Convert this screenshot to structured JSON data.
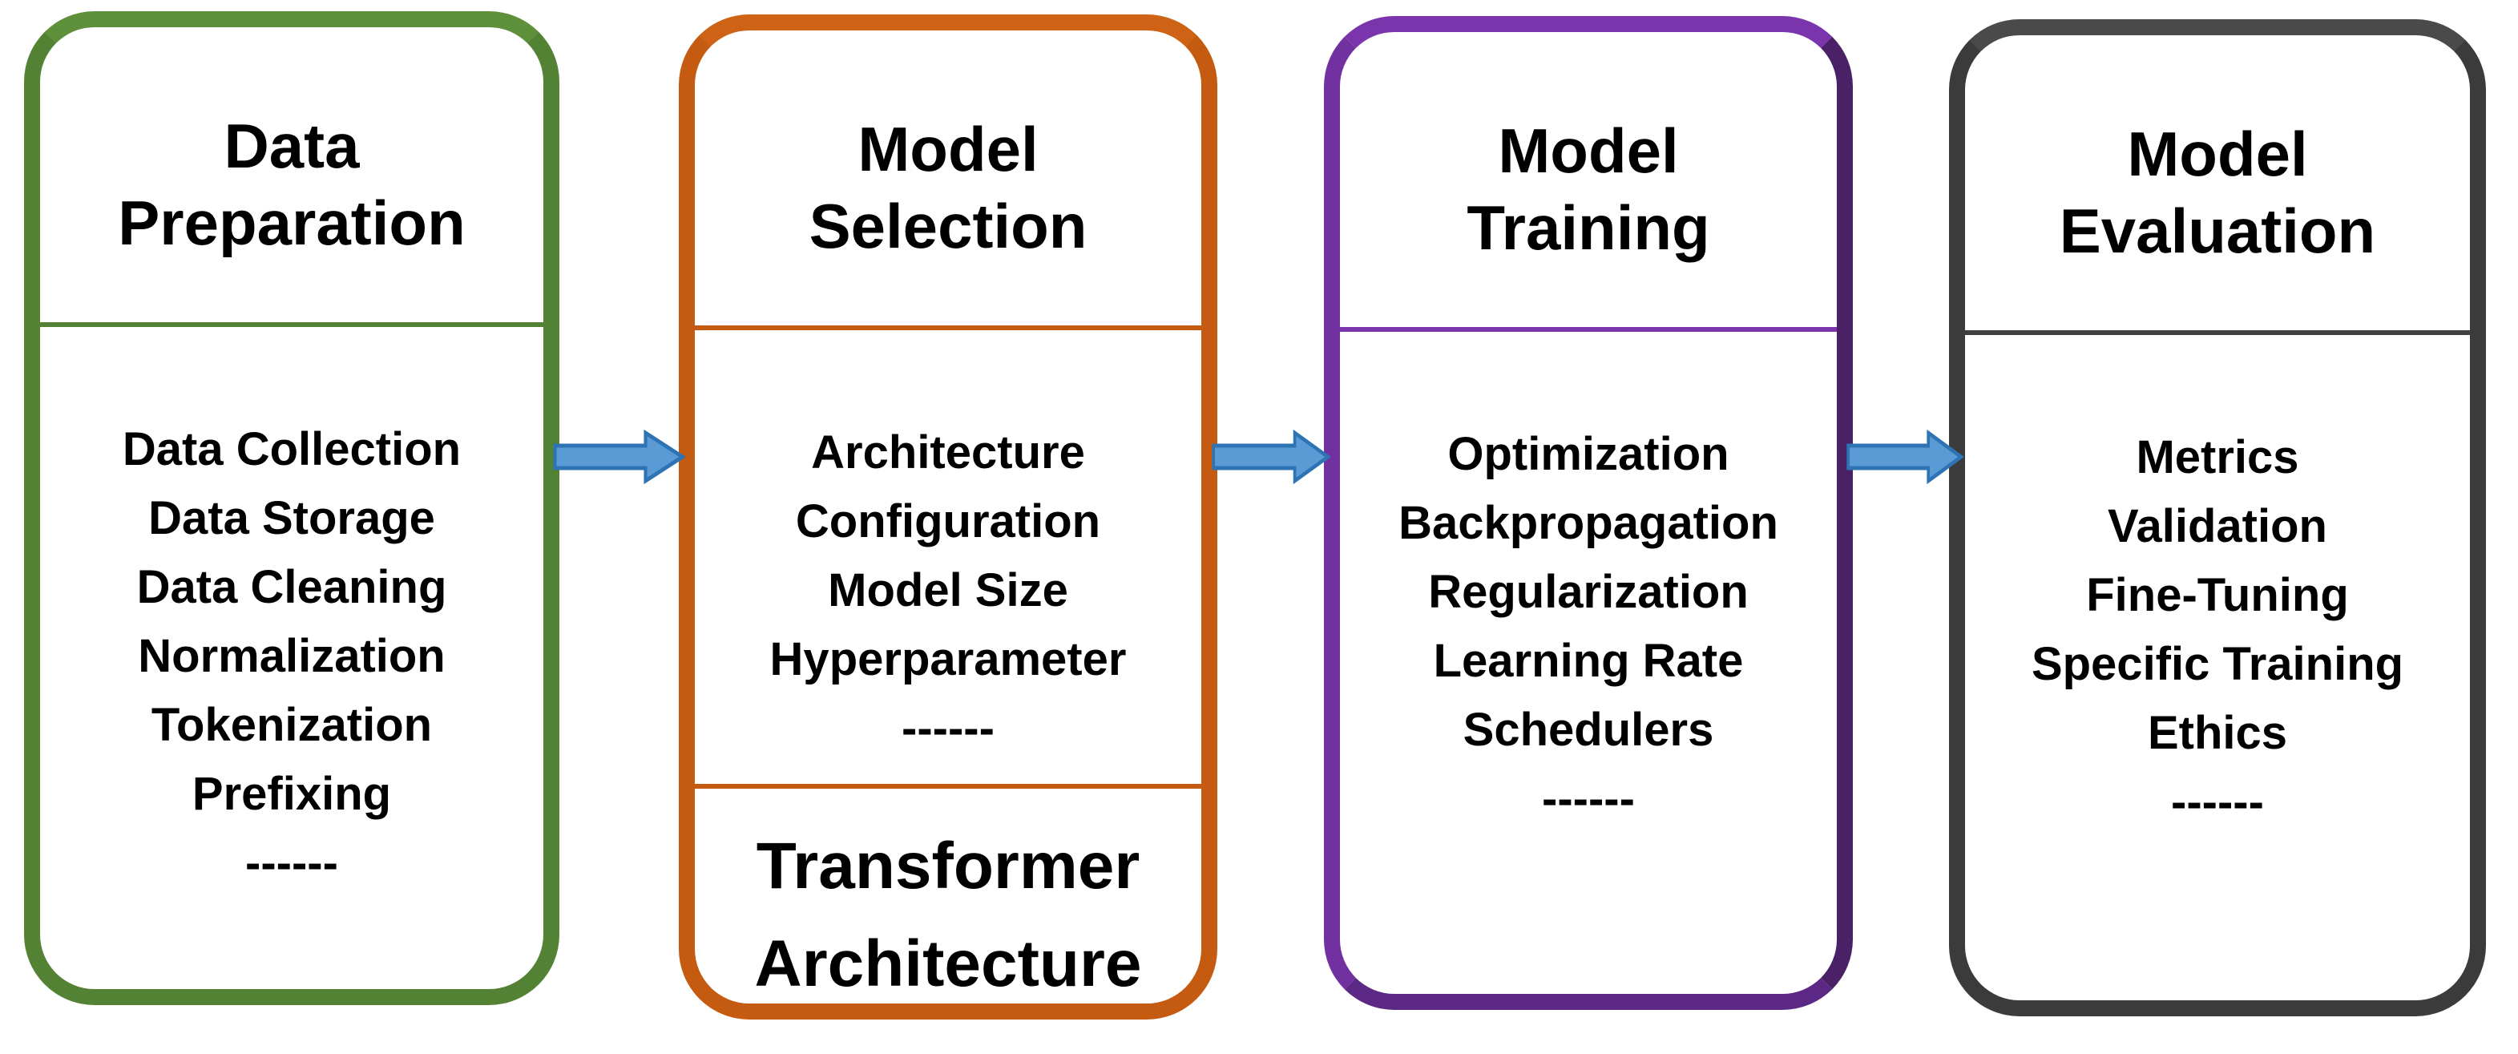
{
  "diagram": {
    "type": "flowchart",
    "direction": "left-to-right",
    "arrow": {
      "fill_color": "#5B9BD5",
      "stroke_color": "#2E74B5",
      "direction": "right"
    },
    "stages": [
      {
        "title": "Data Preparation",
        "title_lines": [
          "Data",
          "Preparation"
        ],
        "border_color": "#548235",
        "items": [
          "Data Collection",
          "Data Storage",
          "Data Cleaning",
          "Normalization",
          "Tokenization",
          "Prefixing",
          "------"
        ]
      },
      {
        "title": "Model Selection",
        "title_lines": [
          "Model",
          "Selection"
        ],
        "border_color": "#C55A11",
        "items": [
          "Architecture",
          "Configuration",
          "Model Size",
          "Hyperparameter",
          "------"
        ],
        "footer": "Transformer Architecture",
        "footer_lines": [
          "Transformer",
          "Architecture"
        ]
      },
      {
        "title": "Model Training",
        "title_lines": [
          "Model",
          "Training"
        ],
        "border_color": "#7030A0",
        "items": [
          "Optimization",
          "Backpropagation",
          "Regularization",
          "Learning Rate",
          "Schedulers",
          "------"
        ]
      },
      {
        "title": "Model Evaluation",
        "title_lines": [
          "Model",
          "Evaluation"
        ],
        "border_color": "#3B3B3B",
        "items": [
          "Metrics",
          "Validation",
          "Fine-Tuning",
          "Specific Training",
          "Ethics",
          "------"
        ]
      }
    ]
  }
}
